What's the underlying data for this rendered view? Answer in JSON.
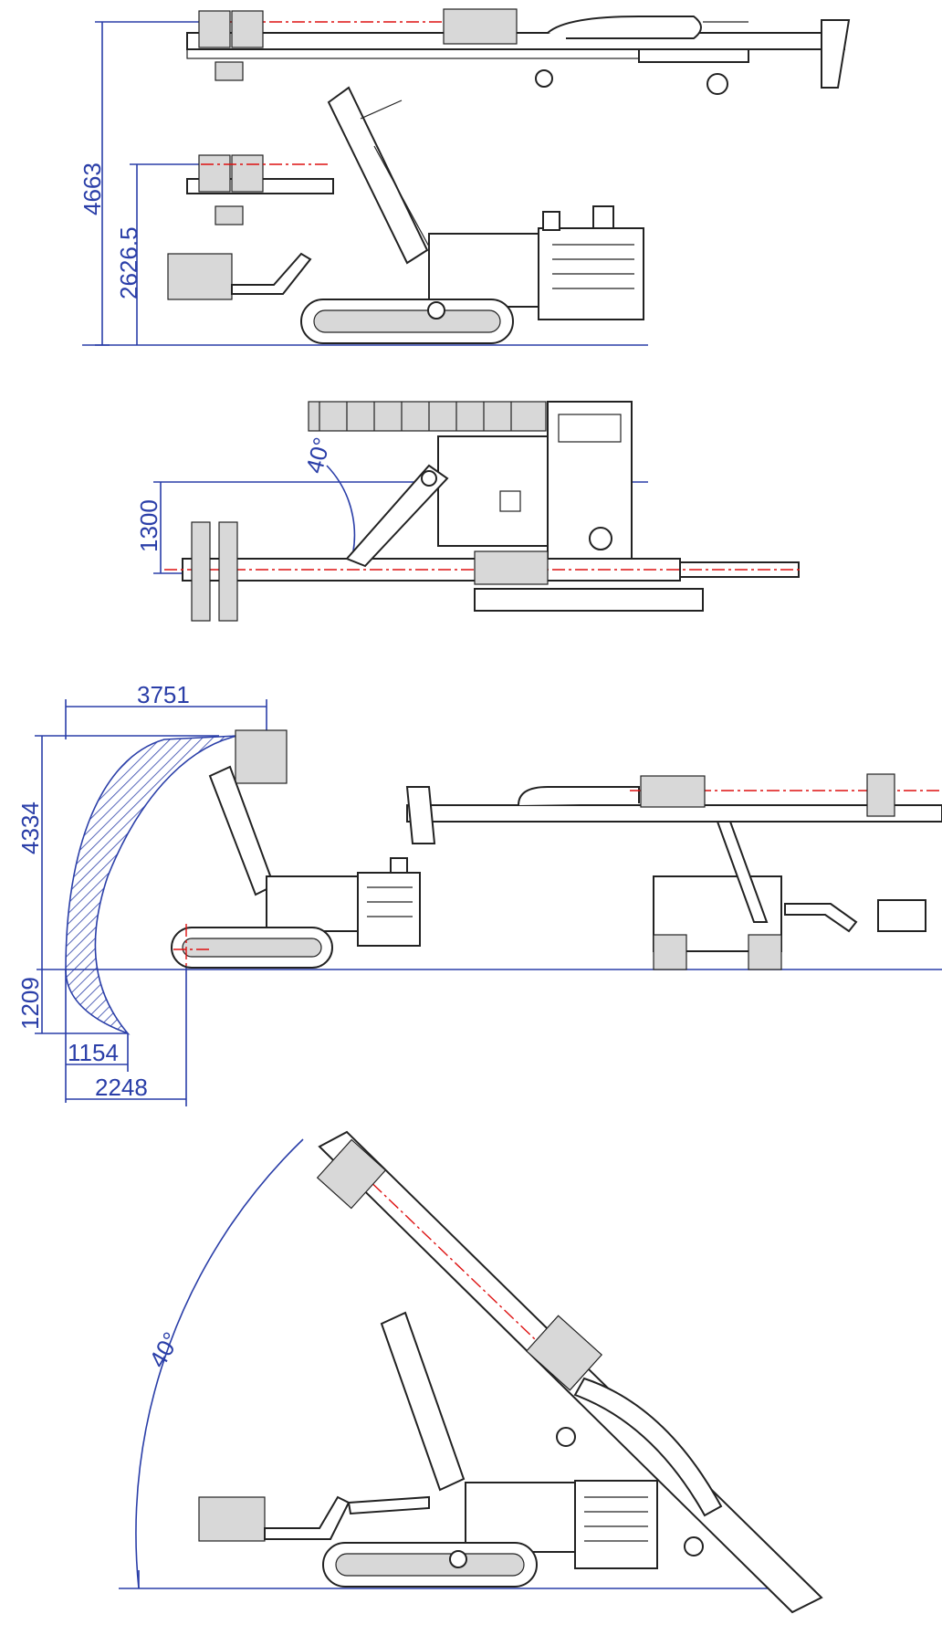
{
  "dimensions": {
    "view1_total_height": "4663",
    "view1_lower_height": "2626.5",
    "view2_angle": "40°",
    "view2_offset": "1300",
    "view3_reach_width": "3751",
    "view3_reach_height": "4334",
    "view3_depth": "1209",
    "view3_near_offset": "1154",
    "view3_far_offset": "2248",
    "view4_angle": "40°"
  },
  "colors": {
    "dimension": "#2a3ea8",
    "centerline": "#d11111",
    "machine_line": "#222222"
  }
}
